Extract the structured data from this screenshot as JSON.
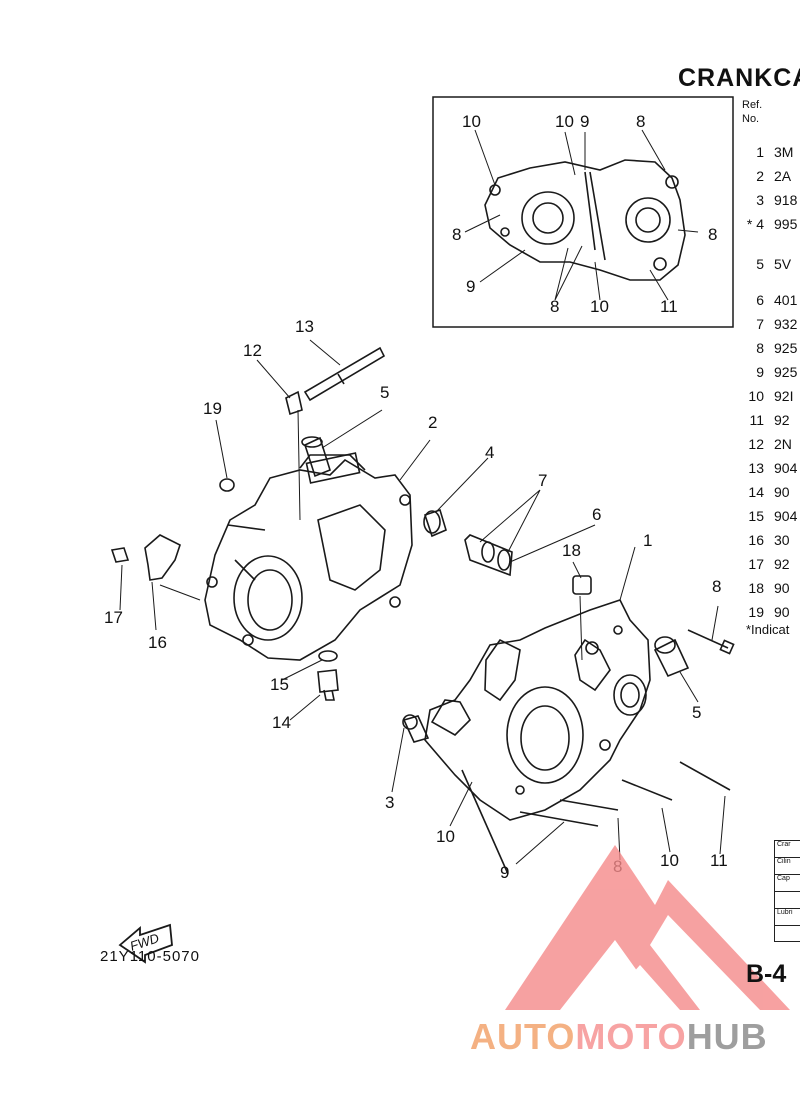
{
  "page": {
    "title": "CRANKCA",
    "ref_header": "Ref.\nNo.",
    "footnote": "*Indicat",
    "part_code": "21Y110-5070",
    "page_number": "B-4",
    "fwd_label": "FWD",
    "watermark": {
      "part1": "AUTO",
      "part2": "MOTO",
      "part3": "HUB"
    }
  },
  "ref_list": [
    {
      "no": "1",
      "code": "3M"
    },
    {
      "no": "2",
      "code": "2A"
    },
    {
      "no": "3",
      "code": "918"
    },
    {
      "no": "* 4",
      "code": "995"
    },
    {
      "no": "5",
      "code": "5V"
    },
    {
      "no": "6",
      "code": "401"
    },
    {
      "no": "7",
      "code": "932"
    },
    {
      "no": "8",
      "code": "925"
    },
    {
      "no": "9",
      "code": "925"
    },
    {
      "no": "10",
      "code": "92I"
    },
    {
      "no": "11",
      "code": "92"
    },
    {
      "no": "12",
      "code": "2N"
    },
    {
      "no": "13",
      "code": "904"
    },
    {
      "no": "14",
      "code": "90"
    },
    {
      "no": "15",
      "code": "904"
    },
    {
      "no": "16",
      "code": "30"
    },
    {
      "no": "17",
      "code": "92"
    },
    {
      "no": "18",
      "code": "90"
    },
    {
      "no": "19",
      "code": "90"
    }
  ],
  "spec_table_rows": [
    "Crar",
    "Cilin",
    "Cap",
    "",
    "Lubri"
  ],
  "callouts": {
    "c1": "1",
    "c2": "2",
    "c3": "3",
    "c4": "4",
    "c5": "5",
    "c6": "6",
    "c7": "7",
    "c8": "8",
    "c9": "9",
    "c10": "10",
    "c11": "11",
    "c12": "12",
    "c13": "13",
    "c14": "14",
    "c15": "15",
    "c16": "16",
    "c17": "17",
    "c18": "18",
    "c19": "19"
  },
  "colors": {
    "line": "#1a1a1a",
    "watermark_orange": "#f4b183",
    "watermark_red": "#f58a8a",
    "watermark_gray": "#9e9e9e"
  }
}
